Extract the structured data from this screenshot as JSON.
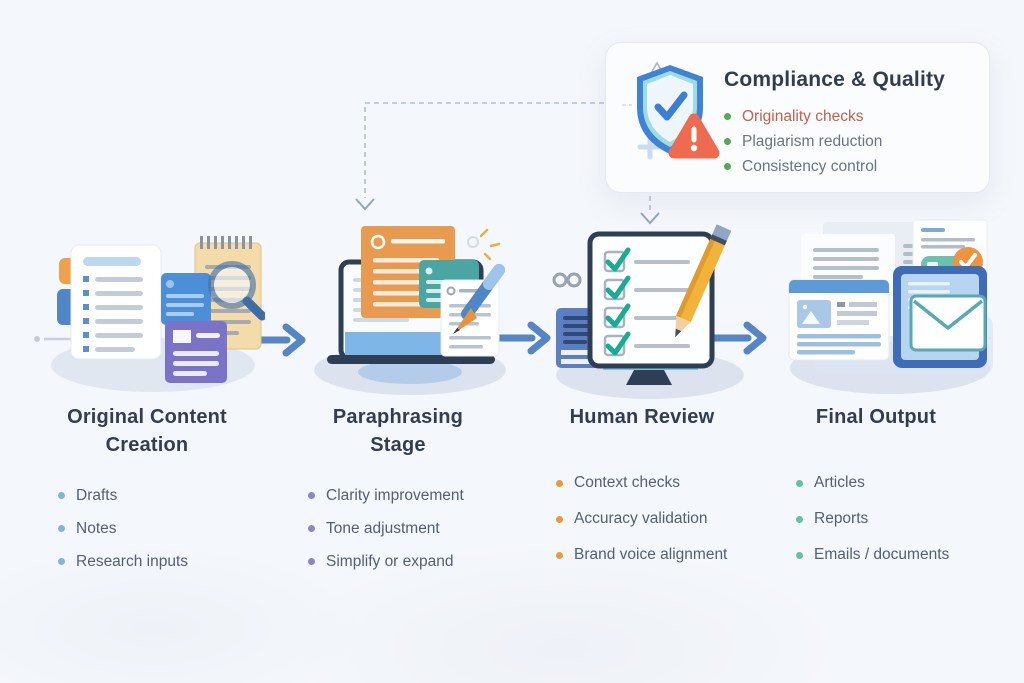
{
  "diagram": {
    "background_color": "#f4f7fb",
    "flow": {
      "arrow_color": "#5585c2",
      "connector_color": "#b3bfce",
      "connector_style": "dashed"
    },
    "compliance_card": {
      "icon": "shield-check-warning-icon",
      "background_color": "#fafcfe",
      "title": "Compliance & Quality",
      "bullet_color": "#55a75a",
      "items": [
        {
          "label": "Originality checks",
          "text_color": "#c0614e"
        },
        {
          "label": "Plagiarism reduction",
          "text_color": "#6b7484"
        },
        {
          "label": "Consistency control",
          "text_color": "#6b7484"
        }
      ]
    },
    "stages": [
      {
        "icon": "documents-notes-magnifier-icon",
        "title": "Original Content Creation",
        "title_lines": [
          "Original Content",
          "Creation"
        ],
        "bullet_color": "#85b4d6",
        "items": [
          "Drafts",
          "Notes",
          "Research inputs"
        ]
      },
      {
        "icon": "laptop-documents-pen-icon",
        "title": "Paraphrasing Stage",
        "title_lines": [
          "Paraphrasing",
          "Stage"
        ],
        "bullet_color": "#8c85c8",
        "items": [
          "Clarity improvement",
          "Tone adjustment",
          "Simplify or expand"
        ]
      },
      {
        "icon": "checklist-pencil-monitor-icon",
        "title": "Human Review",
        "title_lines": [
          "Human Review"
        ],
        "bullet_color": "#e79b3d",
        "items": [
          "Context checks",
          "Accuracy validation",
          "Brand voice alignment"
        ]
      },
      {
        "icon": "documents-tablet-email-icon",
        "title": "Final Output",
        "title_lines": [
          "Final Output"
        ],
        "bullet_color": "#67bfa4",
        "items": [
          "Articles",
          "Reports",
          "Emails / documents"
        ]
      }
    ]
  }
}
